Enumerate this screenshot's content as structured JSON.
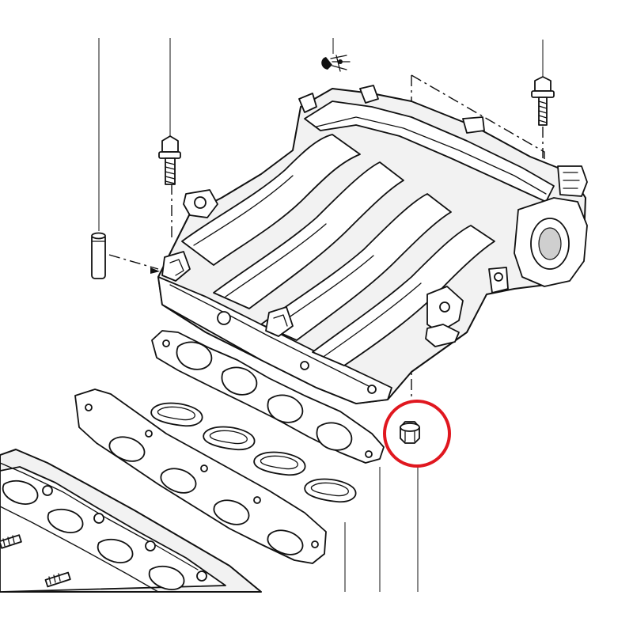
{
  "diagram": {
    "kind": "exploded parts illustration",
    "highlight": {
      "shape": "circle",
      "color": "#e0171f",
      "target": "nut"
    },
    "line_color": "#111111",
    "background": "#ffffff"
  }
}
